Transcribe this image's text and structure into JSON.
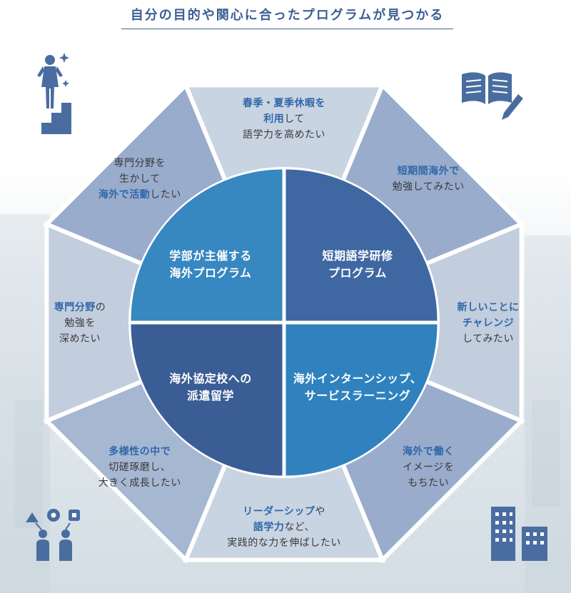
{
  "heading": "自分の目的や関心に合ったプログラムが見つかる",
  "center_programs": [
    {
      "lines": [
        "学部が主催する",
        "海外プログラム"
      ]
    },
    {
      "lines": [
        "短期語学研修",
        "プログラム"
      ]
    },
    {
      "lines": [
        "海外インターンシップ、",
        "サービスラーニング"
      ]
    },
    {
      "lines": [
        "海外協定校への",
        "派遣留学"
      ]
    }
  ],
  "goals": [
    {
      "lines": [
        [
          {
            "t": "春季・夏季休暇",
            "e": true
          },
          {
            "t": "を",
            "e": true
          }
        ],
        [
          {
            "t": "利用",
            "e": true
          },
          {
            "t": "して",
            "e": false
          }
        ],
        [
          {
            "t": "語学力を高めたい",
            "e": false
          }
        ]
      ]
    },
    {
      "lines": [
        [
          {
            "t": "短期間海外で",
            "e": true
          }
        ],
        [
          {
            "t": "勉強してみたい",
            "e": false
          }
        ]
      ]
    },
    {
      "lines": [
        [
          {
            "t": "新しいことに",
            "e": true
          }
        ],
        [
          {
            "t": "チャレンジ",
            "e": true
          }
        ],
        [
          {
            "t": "してみたい",
            "e": false
          }
        ]
      ]
    },
    {
      "lines": [
        [
          {
            "t": "海外で働く",
            "e": true
          }
        ],
        [
          {
            "t": "イメージを",
            "e": false
          }
        ],
        [
          {
            "t": "もちたい",
            "e": false
          }
        ]
      ]
    },
    {
      "lines": [
        [
          {
            "t": "リーダーシップ",
            "e": true
          },
          {
            "t": "や",
            "e": false
          }
        ],
        [
          {
            "t": "語学力",
            "e": true
          },
          {
            "t": "など、",
            "e": false
          }
        ],
        [
          {
            "t": "実践的な力を伸ばしたい",
            "e": false
          }
        ]
      ]
    },
    {
      "lines": [
        [
          {
            "t": "多様性の中で",
            "e": true
          }
        ],
        [
          {
            "t": "切磋琢磨し、",
            "e": false
          }
        ],
        [
          {
            "t": "大きく成長したい",
            "e": false
          }
        ]
      ]
    },
    {
      "lines": [
        [
          {
            "t": "専門分野",
            "e": true
          },
          {
            "t": "の",
            "e": false
          }
        ],
        [
          {
            "t": "勉強を",
            "e": false
          }
        ],
        [
          {
            "t": "深めたい",
            "e": false
          }
        ]
      ]
    },
    {
      "lines": [
        [
          {
            "t": "専門分野を",
            "e": false
          }
        ],
        [
          {
            "t": "生かして",
            "e": false
          }
        ],
        [
          {
            "t": "海外で活動",
            "e": true
          },
          {
            "t": "したい",
            "e": false
          }
        ]
      ]
    }
  ],
  "icons": [
    "person-on-stairs-icon",
    "book-pencil-icon",
    "city-buildings-icon",
    "people-ideas-icon"
  ],
  "colors": {
    "accent": "#3b5f94",
    "emphasis_text": "#2f67a8",
    "body_text": "#3a3a3a",
    "center_tl": "#3787c0",
    "center_tr": "#3f67a2",
    "center_br": "#2f82bd",
    "center_bl": "#3a5d95",
    "ring_segments": [
      "#c9d4e3",
      "#99accc",
      "#c2cddd",
      "#99accc",
      "#c9d4e3",
      "#a6b7d2",
      "#c2cddd",
      "#99accc"
    ],
    "icon": "#4a6da0"
  }
}
